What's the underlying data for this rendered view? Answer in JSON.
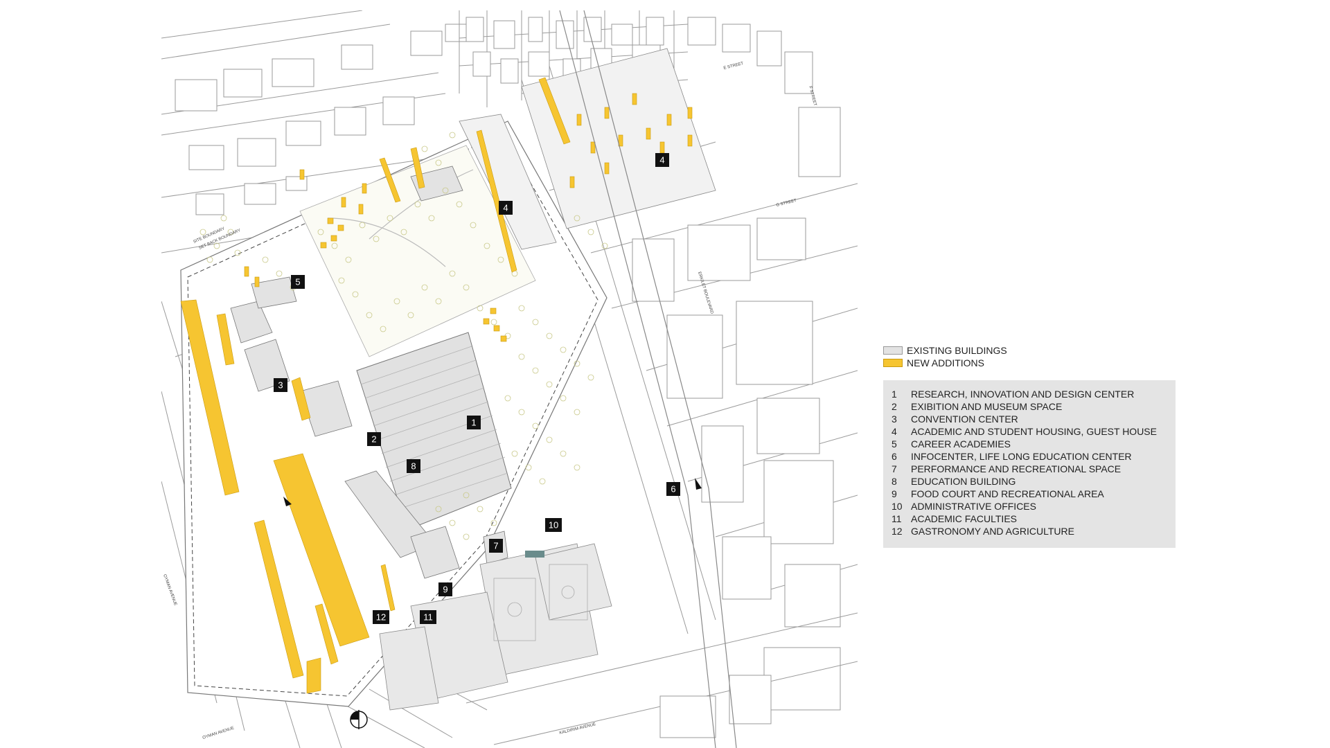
{
  "legend": {
    "existing_label": "EXISTING BUILDINGS",
    "new_label": "NEW ADDITIONS",
    "existing_color": "#e3e3e3",
    "new_color": "#f6c531"
  },
  "program": [
    {
      "number": "1",
      "label": "RESEARCH, INNOVATION AND DESIGN CENTER"
    },
    {
      "number": "2",
      "label": "EXIBITION AND MUSEUM SPACE"
    },
    {
      "number": "3",
      "label": "CONVENTION CENTER"
    },
    {
      "number": "4",
      "label": "ACADEMIC AND STUDENT HOUSING, GUEST HOUSE"
    },
    {
      "number": "5",
      "label": "CAREER ACADEMIES"
    },
    {
      "number": "6",
      "label": "INFOCENTER, LIFE LONG EDUCATION CENTER"
    },
    {
      "number": "7",
      "label": "PERFORMANCE AND RECREATIONAL SPACE"
    },
    {
      "number": "8",
      "label": "EDUCATION BUILDING"
    },
    {
      "number": "9",
      "label": "FOOD COURT AND RECREATIONAL AREA"
    },
    {
      "number": "10",
      "label": "ADMINISTRATIVE OFFICES"
    },
    {
      "number": "11",
      "label": "ACADEMIC FACULTIES"
    },
    {
      "number": "12",
      "label": "GASTRONOMY AND AGRICULTURE"
    }
  ],
  "map_labels": {
    "site_boundary": "SITE BOUNDARY",
    "setback_boundary": "SET BACK BOUNDARY",
    "boulevard": "ERKILET BOULEVARD",
    "kaldirim": "KALDIRIM AVENUE",
    "oyman1": "OYMAN AVENUE",
    "oyman2": "OYMAN AVENUE",
    "street_e": "E STREET",
    "street_f": "F STREET",
    "street_g": "G STREET"
  },
  "map_numbers": [
    "1",
    "2",
    "3",
    "4",
    "4",
    "5",
    "6",
    "7",
    "8",
    "9",
    "10",
    "11",
    "12"
  ]
}
